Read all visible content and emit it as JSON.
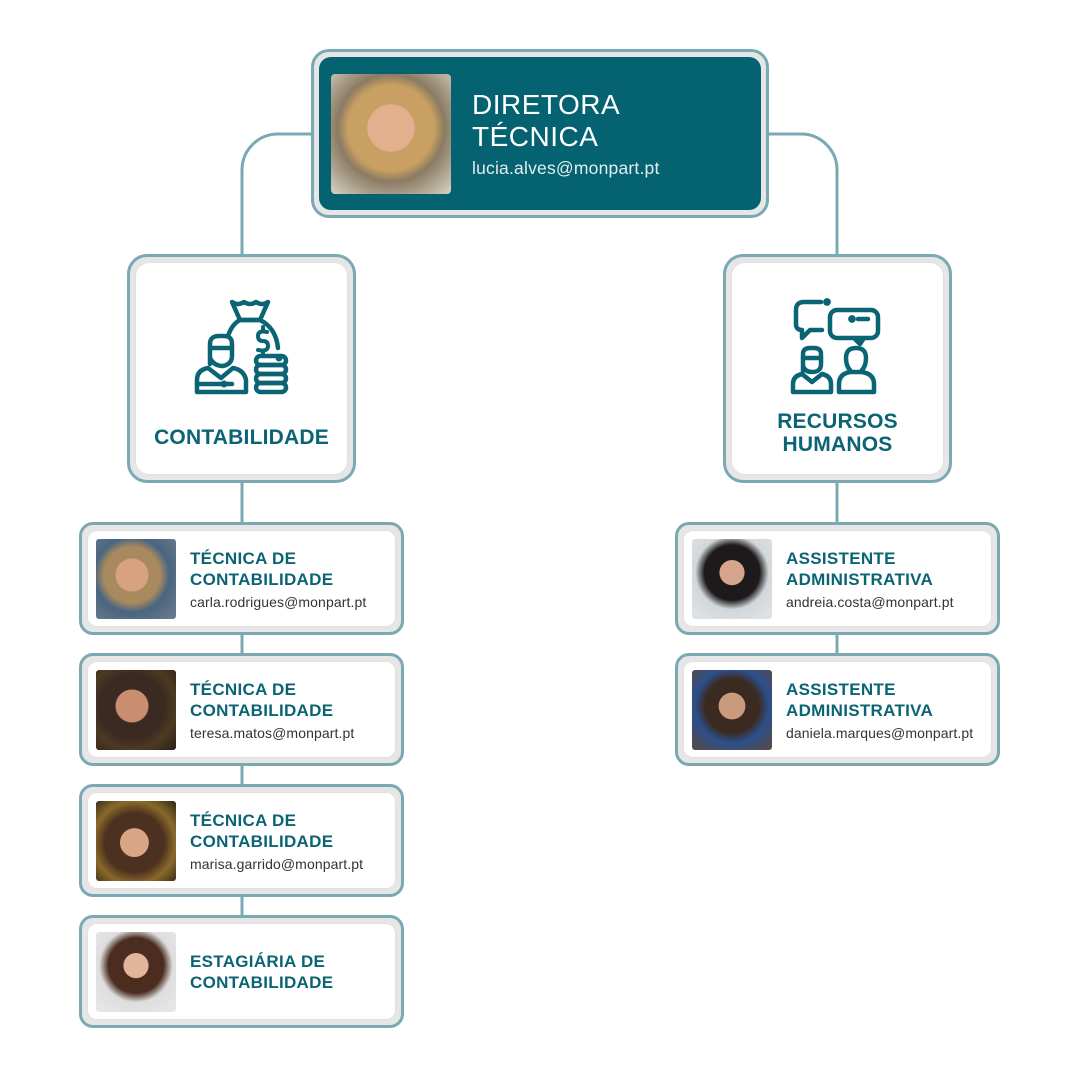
{
  "colors": {
    "primary": "#046271",
    "heading": "#0b6474",
    "connector": "#7aa9b4",
    "card_face": "#ffffff",
    "email_text": "#333333"
  },
  "director": {
    "role": "DIRETORA TÉCNICA",
    "email": "lucia.alves@monpart.pt",
    "photo": "portrait-photo"
  },
  "departments": [
    {
      "label": "CONTABILIDADE",
      "icon": "accountant-money-bag-icon",
      "members": [
        {
          "role_line1": "TÉCNICA DE",
          "role_line2": "CONTABILIDADE",
          "email": "carla.rodrigues@monpart.pt"
        },
        {
          "role_line1": "TÉCNICA DE",
          "role_line2": "CONTABILIDADE",
          "email": "teresa.matos@monpart.pt"
        },
        {
          "role_line1": "TÉCNICA DE",
          "role_line2": "CONTABILIDADE",
          "email": "marisa.garrido@monpart.pt"
        },
        {
          "role_line1": "ESTAGIÁRIA DE",
          "role_line2": "CONTABILIDADE",
          "email": ""
        }
      ]
    },
    {
      "label_line1": "RECURSOS",
      "label_line2": "HUMANOS",
      "icon": "people-conversation-icon",
      "members": [
        {
          "role_line1": "ASSISTENTE",
          "role_line2": "ADMINISTRATIVA",
          "email": "andreia.costa@monpart.pt"
        },
        {
          "role_line1": "ASSISTENTE",
          "role_line2": "ADMINISTRATIVA",
          "email": "daniela.marques@monpart.pt"
        }
      ]
    }
  ]
}
